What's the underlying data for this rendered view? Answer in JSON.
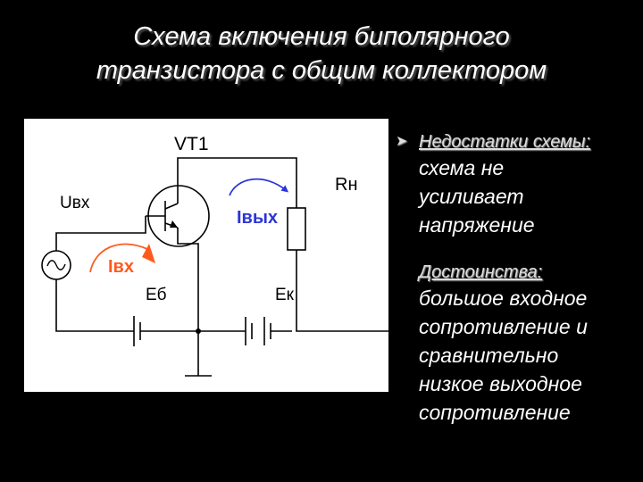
{
  "title": {
    "line1": "Схема включения биполярного",
    "line2": "транзистора с общим коллектором"
  },
  "diagram": {
    "labels": {
      "transistor": "VT1",
      "load": "Rн",
      "input_voltage": "Uвх",
      "output_current": "Iвых",
      "input_current": "Iвх",
      "base_battery": "Еб",
      "collector_battery": "Ек"
    },
    "colors": {
      "output_current": "#2b35d8",
      "input_current": "#ff5a1e"
    }
  },
  "notes": {
    "bullet_icon": "arrow-bullet-icon",
    "disadvantages": {
      "heading": "Недостатки схемы:",
      "lines": [
        "схема не",
        "усиливает",
        "напряжение"
      ]
    },
    "advantages": {
      "heading": "Достоинства:",
      "lines": [
        "большое входное",
        "сопротивление и",
        "сравнительно",
        "низкое выходное",
        "сопротивление"
      ]
    }
  }
}
